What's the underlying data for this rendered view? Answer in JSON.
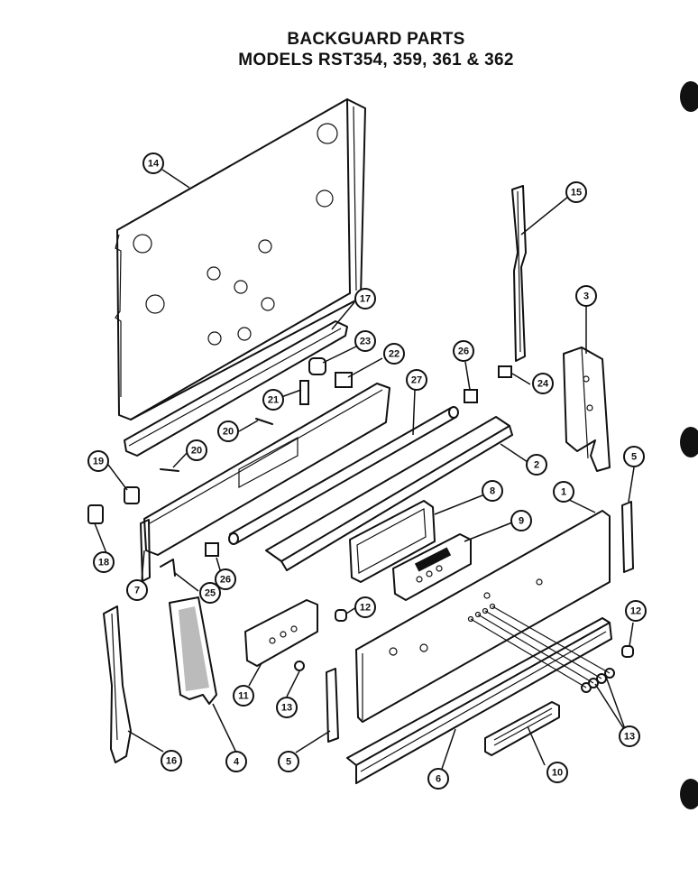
{
  "title": {
    "line1": "BACKGUARD PARTS",
    "line2": "MODELS RST354, 359, 361 & 362"
  },
  "callouts": [
    {
      "label": "14"
    },
    {
      "label": "15"
    },
    {
      "label": "17"
    },
    {
      "label": "3"
    },
    {
      "label": "23"
    },
    {
      "label": "22"
    },
    {
      "label": "26"
    },
    {
      "label": "24"
    },
    {
      "label": "27"
    },
    {
      "label": "21"
    },
    {
      "label": "20"
    },
    {
      "label": "20"
    },
    {
      "label": "19"
    },
    {
      "label": "2"
    },
    {
      "label": "5"
    },
    {
      "label": "8"
    },
    {
      "label": "1"
    },
    {
      "label": "9"
    },
    {
      "label": "18"
    },
    {
      "label": "7"
    },
    {
      "label": "25"
    },
    {
      "label": "26"
    },
    {
      "label": "12"
    },
    {
      "label": "12"
    },
    {
      "label": "11"
    },
    {
      "label": "13"
    },
    {
      "label": "13"
    },
    {
      "label": "16"
    },
    {
      "label": "4"
    },
    {
      "label": "5"
    },
    {
      "label": "6"
    },
    {
      "label": "10"
    }
  ]
}
